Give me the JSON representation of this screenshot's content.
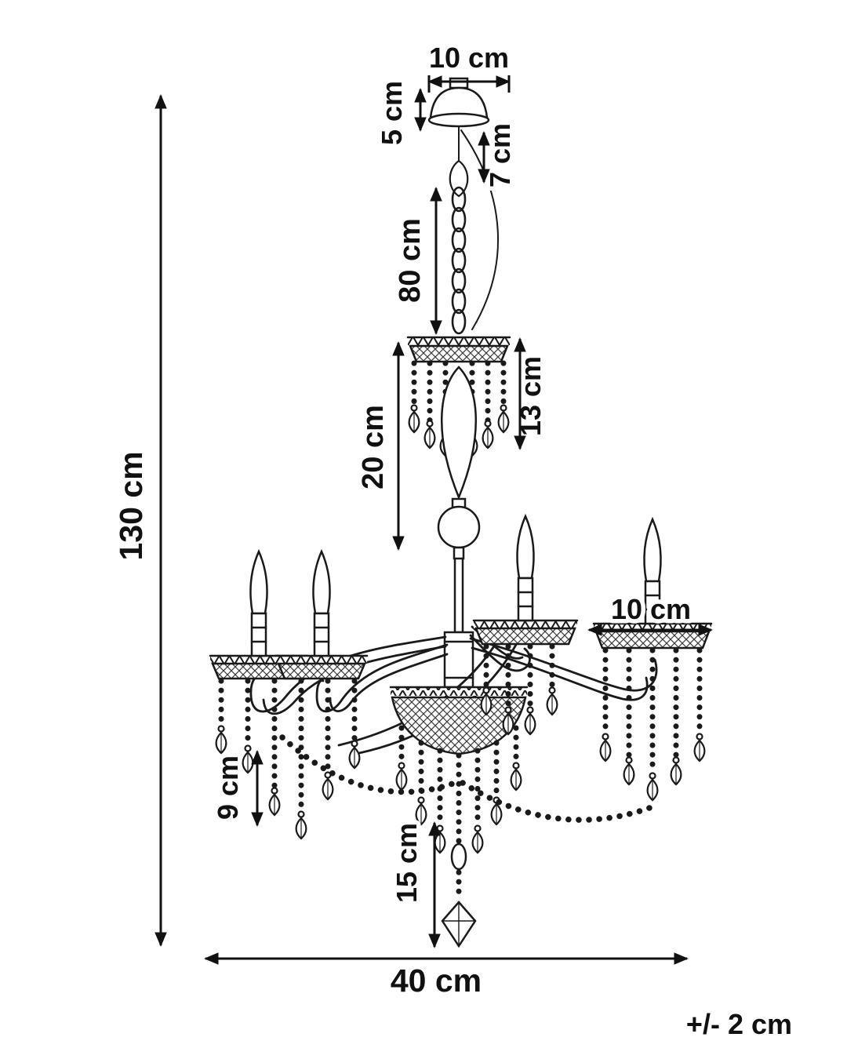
{
  "diagram": {
    "subject": "chandelier-dimension-drawing",
    "tolerance": "+/- 2 cm",
    "colors": {
      "ink": "#1a1a1a",
      "background": "#ffffff"
    },
    "dims": {
      "height_total": "130 cm",
      "width_total": "40 cm",
      "canopy_width": "10 cm",
      "canopy_height": "5 cm",
      "hanger": "7 cm",
      "chain": "80 cm",
      "crown_fringe": "13 cm",
      "column": "20 cm",
      "arm_dish_width": "10 cm",
      "side_drop": "9 cm",
      "bottom_drop": "15 cm"
    }
  }
}
